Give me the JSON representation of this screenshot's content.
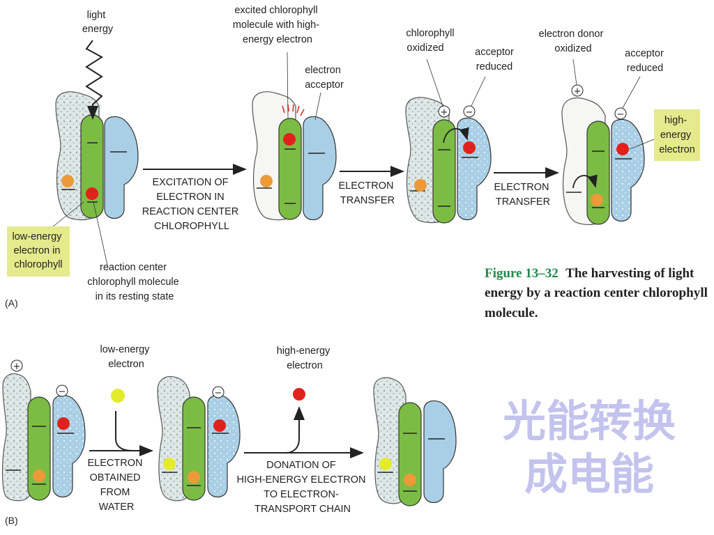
{
  "panel_a": {
    "letter": "(A)",
    "labels": {
      "light_energy": [
        "light",
        "energy"
      ],
      "excited": [
        "excited chlorophyll",
        "molecule with high-",
        "energy electron"
      ],
      "electron_acceptor": [
        "electron",
        "acceptor"
      ],
      "chlorophyll_oxidized": [
        "chlorophyll",
        "oxidized"
      ],
      "acceptor_reduced_1": [
        "acceptor",
        "reduced"
      ],
      "donor_oxidized": [
        "electron donor",
        "oxidized"
      ],
      "acceptor_reduced_2": [
        "acceptor",
        "reduced"
      ],
      "resting": [
        "reaction center",
        "chlorophyll molecule",
        "in its resting state"
      ]
    },
    "low_energy_box": [
      "low-energy",
      "electron in",
      "chlorophyll"
    ],
    "high_energy_box": [
      "high-",
      "energy",
      "electron"
    ],
    "steps": {
      "excitation": [
        "EXCITATION OF",
        "ELECTRON IN",
        "REACTION CENTER",
        "CHLOROPHYLL"
      ],
      "transfer_1": [
        "ELECTRON",
        "TRANSFER"
      ],
      "transfer_2": [
        "ELECTRON",
        "TRANSFER"
      ]
    }
  },
  "panel_b": {
    "letter": "(B)",
    "labels": {
      "low_energy": [
        "low-energy",
        "electron"
      ],
      "high_energy": [
        "high-energy",
        "electron"
      ]
    },
    "steps": {
      "from_water": [
        "ELECTRON",
        "OBTAINED",
        "FROM",
        "WATER"
      ],
      "donation": [
        "DONATION OF",
        "HIGH-ENERGY ELECTRON",
        "TO ELECTRON-",
        "TRANSPORT CHAIN"
      ]
    }
  },
  "signs": {
    "plus": "+",
    "minus": "−"
  },
  "caption": {
    "figure_number": "Figure 13–32",
    "line1_rest": "The harvesting of light",
    "line2": "energy by a reaction center chlorophyll",
    "line3": "molecule."
  },
  "chinese_title": [
    "光能转换",
    "成电能"
  ],
  "colors": {
    "chlorophyll_green": "#7cbc44",
    "acceptor_blue": "#a9cfe6",
    "donor_grey": "#dfe7e6",
    "red_electron": "#e1221c",
    "orange_electron": "#ec9a38",
    "yellow_electron": "#e3eb2b",
    "label_box": "#e5ea8c",
    "caption_green": "#1f8a4c",
    "chinese_text": "#c3c3ee"
  }
}
